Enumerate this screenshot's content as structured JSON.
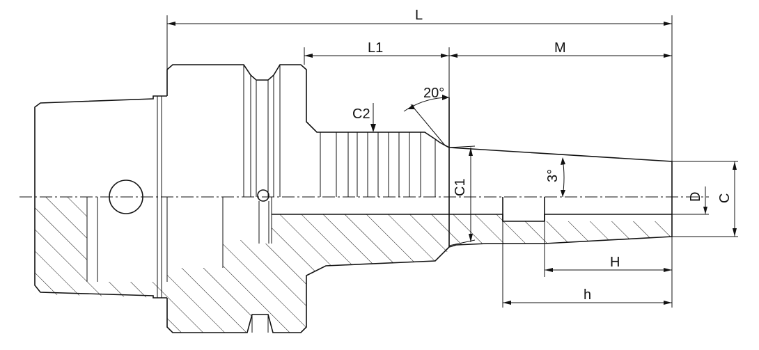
{
  "diagram": {
    "labels": {
      "L": "L",
      "L1": "L1",
      "M": "M",
      "angle_20": "20°",
      "C2": "C2",
      "C1": "C1",
      "angle_3": "3°",
      "D": "D",
      "C": "C",
      "H": "H",
      "h": "h"
    }
  }
}
